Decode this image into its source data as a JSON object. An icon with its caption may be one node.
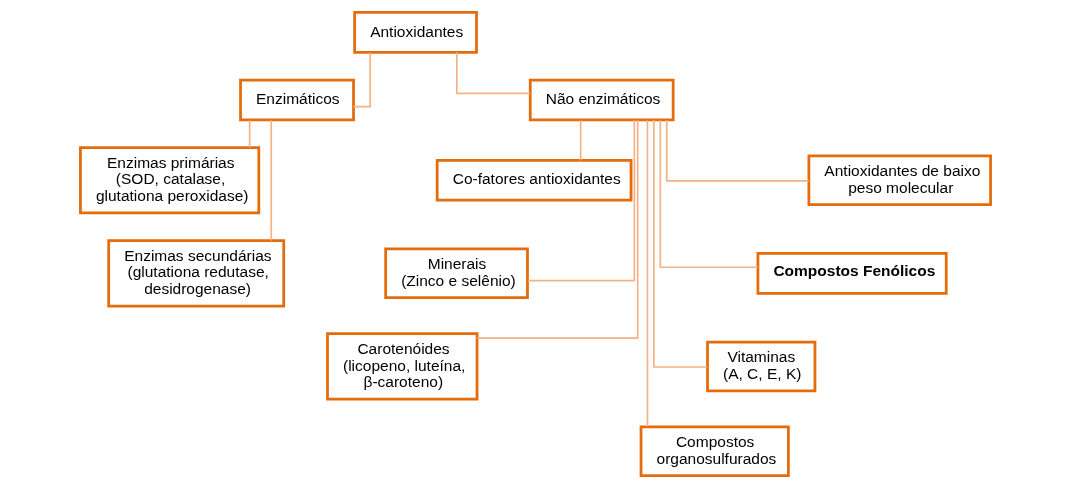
{
  "diagram": {
    "nodes": [
      {
        "text": [
          "Antioxidantes"
        ]
      },
      {
        "text": [
          "Enzimáticos"
        ]
      },
      {
        "text": [
          "Não enzimáticos"
        ]
      },
      {
        "text": [
          "Enzimas primárias",
          "(SOD, catalase, glutationa peroxidase)"
        ]
      },
      {
        "text": [
          "Enzimas secundárias (glutationa redutase, desidrogenase)"
        ]
      },
      {
        "text": [
          "Antioxidantes de baixo peso molecular"
        ]
      },
      {
        "text": [
          "Co-fatores antioxidantes"
        ]
      },
      {
        "text": [
          "Compostos Fenólicos"
        ]
      },
      {
        "text": [
          "Minerais",
          "(Zinco e selênio)"
        ]
      },
      {
        "text": [
          "Vitaminas",
          "(A, C, E, K)"
        ]
      },
      {
        "text": [
          "Carotenóides",
          "(licopeno, luteína, β-caroteno)"
        ]
      },
      {
        "text": [
          "Compostos organosulfurados"
        ]
      }
    ],
    "edges": [
      {
        "from": 0,
        "to": 1,
        "arrow": "none"
      },
      {
        "from": 0,
        "to": 2,
        "arrow": "none"
      },
      {
        "from": 1,
        "to": 3,
        "arrow": "none"
      },
      {
        "from": 1,
        "to": 4,
        "arrow": "none"
      },
      {
        "from": 2,
        "to": 5,
        "arrow": "none"
      },
      {
        "from": 2,
        "to": 6,
        "arrow": "none"
      },
      {
        "from": 2,
        "to": 7,
        "arrow": "none"
      },
      {
        "from": 2,
        "to": 8,
        "arrow": "none"
      },
      {
        "from": 2,
        "to": 9,
        "arrow": "none"
      },
      {
        "from": 2,
        "to": 10,
        "arrow": "none"
      },
      {
        "from": 2,
        "to": 11,
        "arrow": "none"
      }
    ]
  }
}
